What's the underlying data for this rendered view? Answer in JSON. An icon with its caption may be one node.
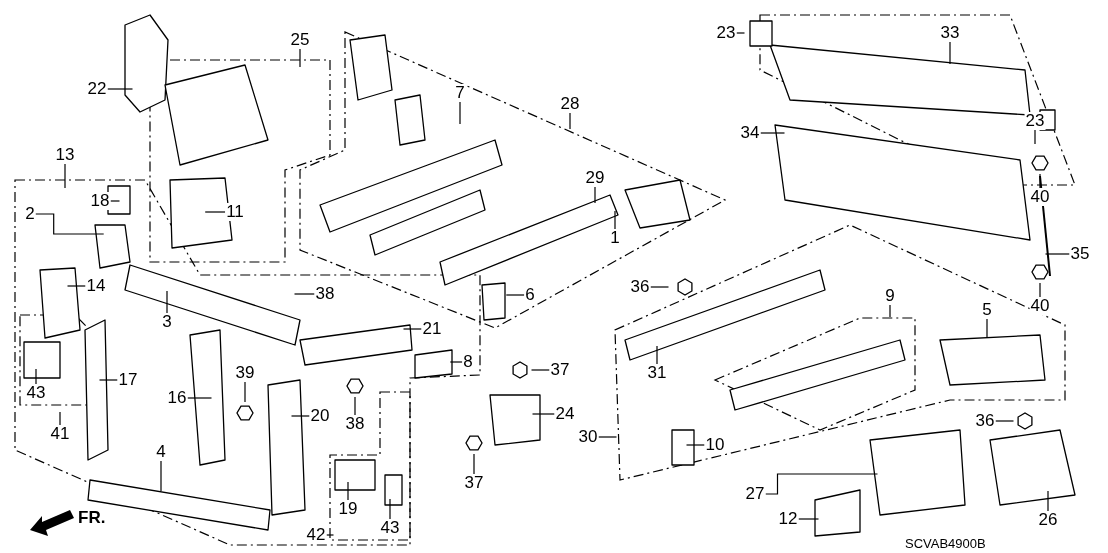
{
  "diagram": {
    "nodes": [
      {
        "text": [
          "23"
        ]
      },
      {
        "text": [
          "33"
        ]
      },
      {
        "text": [
          "25"
        ]
      },
      {
        "text": [
          "22"
        ]
      },
      {
        "text": [
          "7"
        ]
      },
      {
        "text": [
          "28"
        ]
      },
      {
        "text": [
          "23"
        ]
      },
      {
        "text": [
          "34"
        ]
      },
      {
        "text": [
          "13"
        ]
      },
      {
        "text": [
          "29"
        ]
      },
      {
        "text": [
          "40"
        ]
      },
      {
        "text": [
          "18"
        ]
      },
      {
        "text": [
          "11"
        ]
      },
      {
        "text": [
          "2"
        ]
      },
      {
        "text": [
          "1"
        ]
      },
      {
        "text": [
          "35"
        ]
      },
      {
        "text": [
          "14"
        ]
      },
      {
        "text": [
          "36"
        ]
      },
      {
        "text": [
          "38"
        ]
      },
      {
        "text": [
          "6"
        ]
      },
      {
        "text": [
          "9"
        ]
      },
      {
        "text": [
          "40"
        ]
      },
      {
        "text": [
          "3"
        ]
      },
      {
        "text": [
          "5"
        ]
      },
      {
        "text": [
          "21"
        ]
      },
      {
        "text": [
          "8"
        ]
      },
      {
        "text": [
          "37"
        ]
      },
      {
        "text": [
          "31"
        ]
      },
      {
        "text": [
          "39"
        ]
      },
      {
        "text": [
          "17"
        ]
      },
      {
        "text": [
          "43"
        ]
      },
      {
        "text": [
          "16"
        ]
      },
      {
        "text": [
          "24"
        ]
      },
      {
        "text": [
          "20"
        ]
      },
      {
        "text": [
          "36"
        ]
      },
      {
        "text": [
          "38"
        ]
      },
      {
        "text": [
          "41"
        ]
      },
      {
        "text": [
          "30"
        ]
      },
      {
        "text": [
          "10"
        ]
      },
      {
        "text": [
          "4"
        ]
      },
      {
        "text": [
          "37"
        ]
      },
      {
        "text": [
          "27"
        ]
      },
      {
        "text": [
          "19"
        ]
      },
      {
        "text": [
          "26"
        ]
      },
      {
        "text": [
          "12"
        ]
      },
      {
        "text": [
          "42"
        ]
      },
      {
        "text": [
          "43"
        ]
      }
    ],
    "edges": [
      {
        "from": 0,
        "to": null,
        "arrow": "none"
      },
      {
        "from": 1,
        "to": null,
        "arrow": "none"
      },
      {
        "from": 2,
        "to": null,
        "arrow": "none"
      },
      {
        "from": 3,
        "to": null,
        "arrow": "none"
      },
      {
        "from": 4,
        "to": null,
        "arrow": "none"
      },
      {
        "from": 5,
        "to": null,
        "arrow": "none"
      },
      {
        "from": 6,
        "to": null,
        "arrow": "none"
      },
      {
        "from": 7,
        "to": null,
        "arrow": "none"
      },
      {
        "from": 8,
        "to": null,
        "arrow": "none"
      },
      {
        "from": 9,
        "to": null,
        "arrow": "none"
      },
      {
        "from": 10,
        "to": null,
        "arrow": "none"
      },
      {
        "from": 11,
        "to": null,
        "arrow": "none"
      },
      {
        "from": 12,
        "to": null,
        "arrow": "none"
      },
      {
        "from": 13,
        "to": null,
        "arrow": "none"
      },
      {
        "from": 14,
        "to": null,
        "arrow": "none"
      },
      {
        "from": 15,
        "to": null,
        "arrow": "none"
      },
      {
        "from": 16,
        "to": null,
        "arrow": "none"
      },
      {
        "from": 17,
        "to": null,
        "arrow": "none"
      },
      {
        "from": 18,
        "to": null,
        "arrow": "none"
      },
      {
        "from": 19,
        "to": null,
        "arrow": "none"
      },
      {
        "from": 20,
        "to": null,
        "arrow": "none"
      },
      {
        "from": 21,
        "to": null,
        "arrow": "none"
      },
      {
        "from": 22,
        "to": null,
        "arrow": "none"
      },
      {
        "from": 23,
        "to": null,
        "arrow": "none"
      },
      {
        "from": 24,
        "to": null,
        "arrow": "none"
      },
      {
        "from": 25,
        "to": null,
        "arrow": "none"
      },
      {
        "from": 26,
        "to": null,
        "arrow": "none"
      },
      {
        "from": 27,
        "to": null,
        "arrow": "none"
      },
      {
        "from": 28,
        "to": null,
        "arrow": "none"
      },
      {
        "from": 29,
        "to": null,
        "arrow": "none"
      },
      {
        "from": 30,
        "to": null,
        "arrow": "none"
      },
      {
        "from": 31,
        "to": null,
        "arrow": "none"
      },
      {
        "from": 32,
        "to": null,
        "arrow": "none"
      },
      {
        "from": 33,
        "to": null,
        "arrow": "none"
      },
      {
        "from": 34,
        "to": null,
        "arrow": "none"
      },
      {
        "from": 35,
        "to": null,
        "arrow": "none"
      },
      {
        "from": 36,
        "to": null,
        "arrow": "none"
      },
      {
        "from": 37,
        "to": null,
        "arrow": "none"
      },
      {
        "from": 38,
        "to": null,
        "arrow": "none"
      },
      {
        "from": 39,
        "to": null,
        "arrow": "none"
      },
      {
        "from": 40,
        "to": null,
        "arrow": "none"
      },
      {
        "from": 41,
        "to": null,
        "arrow": "none"
      },
      {
        "from": 42,
        "to": null,
        "arrow": "none"
      },
      {
        "from": 43,
        "to": null,
        "arrow": "none"
      },
      {
        "from": 44,
        "to": null,
        "arrow": "none"
      },
      {
        "from": 45,
        "to": null,
        "arrow": "none"
      },
      {
        "from": 46,
        "to": null,
        "arrow": "none"
      }
    ],
    "labels": [
      "FR.",
      "SCVAB4900B"
    ]
  }
}
